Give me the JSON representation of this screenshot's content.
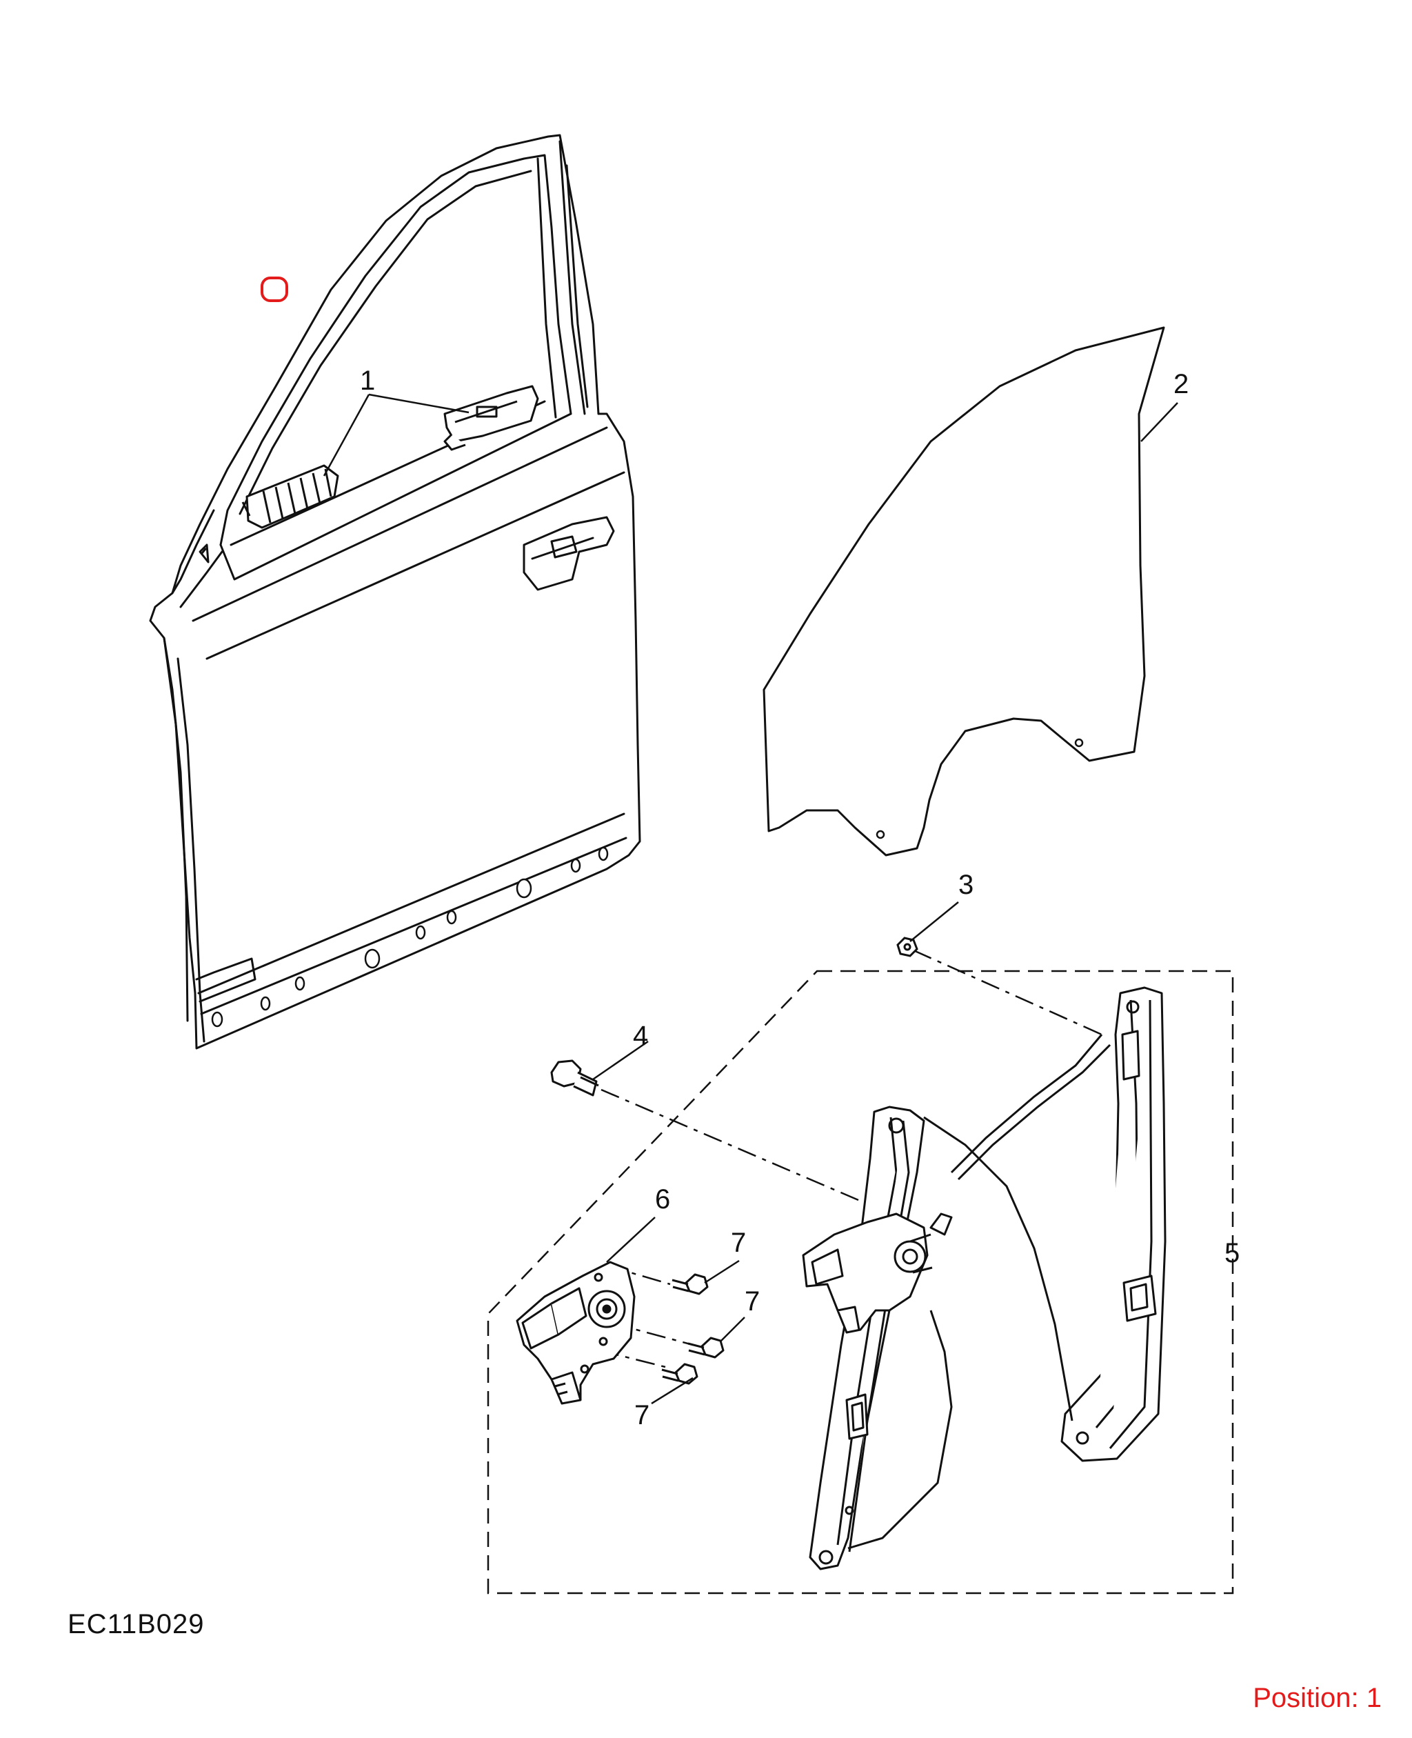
{
  "diagram": {
    "drawing_id": "EC11B029",
    "position_label": "Position: 1",
    "position_color": "#e31b1b",
    "marker_color": "#e31b1b",
    "line_color": "#111111",
    "callouts": [
      {
        "id": "1",
        "label": "1",
        "part": "door-window-guides"
      },
      {
        "id": "2",
        "label": "2",
        "part": "door-glass"
      },
      {
        "id": "3",
        "label": "3",
        "part": "rivet"
      },
      {
        "id": "4",
        "label": "4",
        "part": "bolt"
      },
      {
        "id": "5",
        "label": "5",
        "part": "window-regulator-assembly"
      },
      {
        "id": "6",
        "label": "6",
        "part": "window-motor"
      },
      {
        "id": "7a",
        "label": "7",
        "part": "motor-screw"
      },
      {
        "id": "7b",
        "label": "7",
        "part": "motor-screw"
      },
      {
        "id": "7c",
        "label": "7",
        "part": "motor-screw"
      }
    ]
  }
}
